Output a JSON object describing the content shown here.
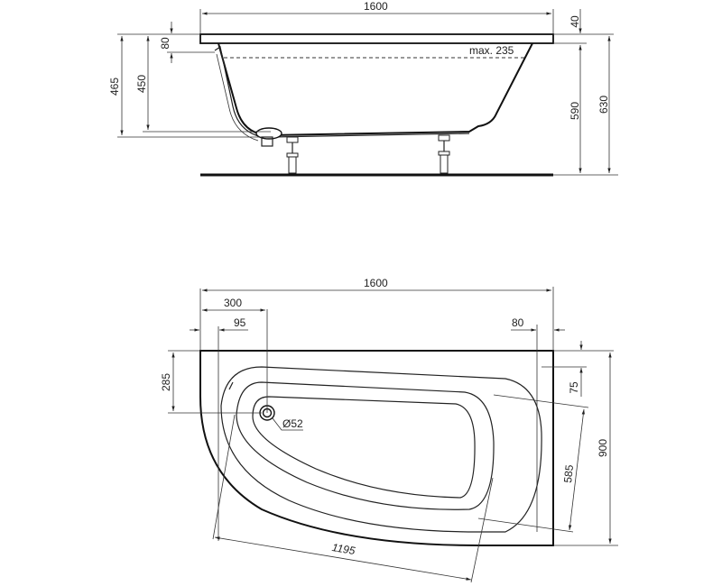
{
  "drawing": {
    "title": "Corner bathtub technical drawing",
    "views": [
      "side-elevation",
      "plan-view"
    ],
    "units": "mm"
  },
  "side_view": {
    "overall_length": "1600",
    "rim_thickness": "40",
    "overflow_depth": "80",
    "water_level_label": "max. 235",
    "height_to_base_left": "465",
    "inner_depth_left": "450",
    "height_under_rim": "590",
    "overall_height": "630"
  },
  "plan_view": {
    "overall_length": "1600",
    "drain_offset_x": "300",
    "apron_offset": "95",
    "right_rim_width": "80",
    "drain_offset_y": "285",
    "drain_diameter": "Ø52",
    "top_rim_width": "75",
    "basin_width": "585",
    "overall_width": "900",
    "basin_length": "1195"
  },
  "colors": {
    "line": "#222222",
    "background": "#ffffff"
  }
}
